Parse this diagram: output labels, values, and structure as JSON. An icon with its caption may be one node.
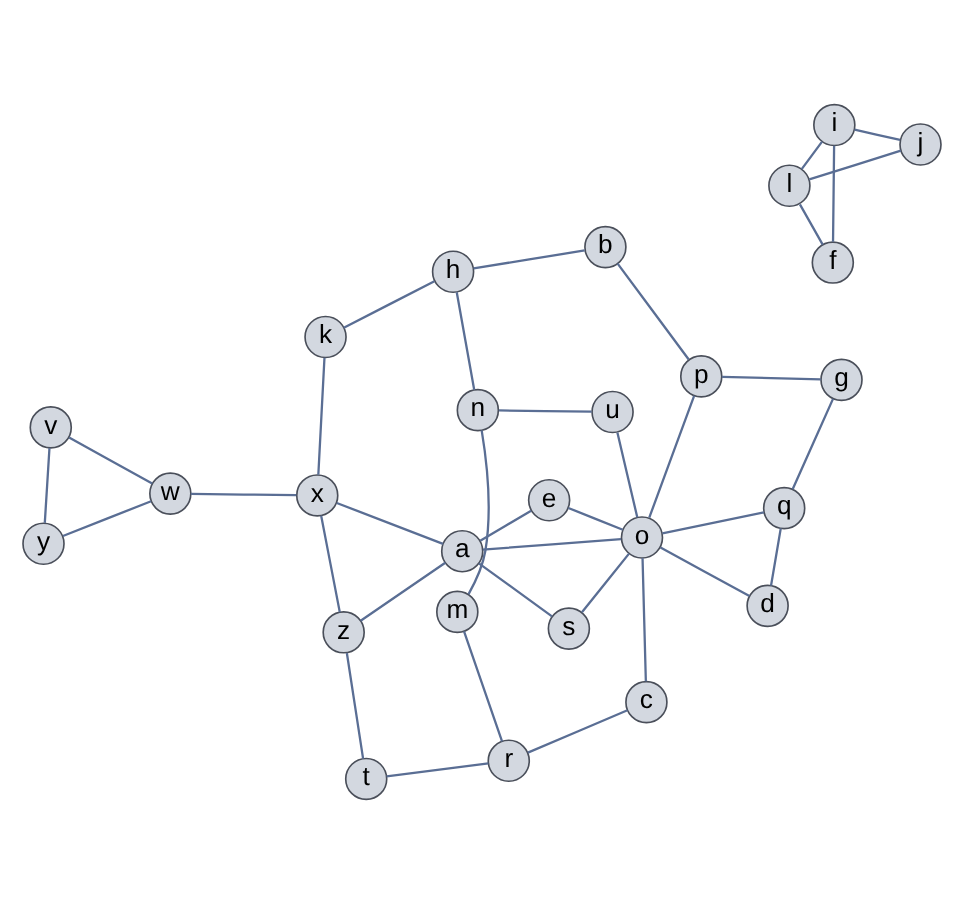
{
  "diagram": {
    "nodes": [
      {
        "text": [
          "t"
        ]
      },
      {
        "text": [
          "r"
        ]
      },
      {
        "text": [
          "c"
        ]
      },
      {
        "text": [
          "e"
        ]
      },
      {
        "text": [
          "m"
        ]
      },
      {
        "text": [
          "z"
        ]
      },
      {
        "text": [
          "a"
        ]
      },
      {
        "text": [
          "s"
        ]
      },
      {
        "text": [
          "o"
        ]
      },
      {
        "text": [
          "d"
        ]
      },
      {
        "text": [
          "q"
        ]
      },
      {
        "text": [
          "x"
        ]
      },
      {
        "text": [
          "n"
        ]
      },
      {
        "text": [
          "u"
        ]
      },
      {
        "text": [
          "g"
        ]
      },
      {
        "text": [
          "y"
        ]
      },
      {
        "text": [
          "w"
        ]
      },
      {
        "text": [
          "v"
        ]
      },
      {
        "text": [
          "k"
        ]
      },
      {
        "text": [
          "h"
        ]
      },
      {
        "text": [
          "p"
        ]
      },
      {
        "text": [
          "b"
        ]
      },
      {
        "text": [
          "l"
        ]
      },
      {
        "text": [
          "j"
        ]
      },
      {
        "text": [
          "f"
        ]
      },
      {
        "text": [
          "i"
        ]
      }
    ],
    "edges": [
      {
        "from": 0,
        "to": 1,
        "arrow": "none"
      },
      {
        "from": 0,
        "to": 5,
        "arrow": "none"
      },
      {
        "from": 1,
        "to": 2,
        "arrow": "none"
      },
      {
        "from": 1,
        "to": 4,
        "arrow": "none"
      },
      {
        "from": 2,
        "to": 8,
        "arrow": "none"
      },
      {
        "from": 6,
        "to": 3,
        "arrow": "none"
      },
      {
        "from": 3,
        "to": 8,
        "arrow": "none"
      },
      {
        "from": 4,
        "to": 12,
        "arrow": "none"
      },
      {
        "from": 5,
        "to": 11,
        "arrow": "none"
      },
      {
        "from": 5,
        "to": 6,
        "arrow": "none"
      },
      {
        "from": 11,
        "to": 6,
        "arrow": "none"
      },
      {
        "from": 11,
        "to": 16,
        "arrow": "none"
      },
      {
        "from": 11,
        "to": 18,
        "arrow": "none"
      },
      {
        "from": 6,
        "to": 8,
        "arrow": "none"
      },
      {
        "from": 6,
        "to": 7,
        "arrow": "none"
      },
      {
        "from": 7,
        "to": 8,
        "arrow": "none"
      },
      {
        "from": 8,
        "to": 9,
        "arrow": "none"
      },
      {
        "from": 8,
        "to": 10,
        "arrow": "none"
      },
      {
        "from": 8,
        "to": 13,
        "arrow": "none"
      },
      {
        "from": 8,
        "to": 20,
        "arrow": "none"
      },
      {
        "from": 9,
        "to": 10,
        "arrow": "none"
      },
      {
        "from": 10,
        "to": 14,
        "arrow": "none"
      },
      {
        "from": 14,
        "to": 20,
        "arrow": "none"
      },
      {
        "from": 20,
        "to": 21,
        "arrow": "none"
      },
      {
        "from": 12,
        "to": 13,
        "arrow": "none"
      },
      {
        "from": 12,
        "to": 19,
        "arrow": "none"
      },
      {
        "from": 18,
        "to": 19,
        "arrow": "none"
      },
      {
        "from": 19,
        "to": 21,
        "arrow": "none"
      },
      {
        "from": 16,
        "to": 15,
        "arrow": "none"
      },
      {
        "from": 16,
        "to": 17,
        "arrow": "none"
      },
      {
        "from": 15,
        "to": 17,
        "arrow": "none"
      },
      {
        "from": 22,
        "to": 23,
        "arrow": "none"
      },
      {
        "from": 22,
        "to": 25,
        "arrow": "none"
      },
      {
        "from": 22,
        "to": 24,
        "arrow": "none"
      },
      {
        "from": 23,
        "to": 25,
        "arrow": "none"
      },
      {
        "from": 24,
        "to": 25,
        "arrow": "none"
      }
    ]
  }
}
